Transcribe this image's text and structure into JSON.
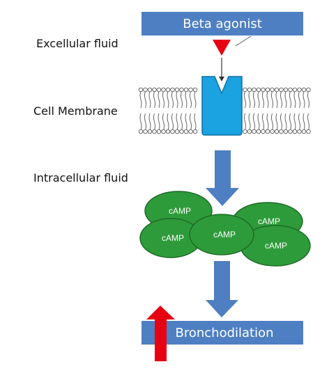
{
  "top_box": {
    "text": "Beta agonist",
    "fill": "#4e7fc2"
  },
  "bottom_box": {
    "text": "Bronchodilation",
    "fill": "#4e7fc2"
  },
  "zones": {
    "extracellular": "Excellular fluid",
    "membrane": "Cell Membrane",
    "intracellular": "Intracellular fluid"
  },
  "camp_labels": [
    "cAMP",
    "cAMP",
    "cAMP",
    "cAMP",
    "cAMP"
  ],
  "colors": {
    "receptor": "#1aa3e0",
    "ligand": "#e60012",
    "camp_fill": "#2e9b3a",
    "camp_stroke": "#1d6b26",
    "flow_arrow": "#4e7fc2",
    "increase_arrow": "#e60012",
    "membrane_line": "#555555"
  }
}
